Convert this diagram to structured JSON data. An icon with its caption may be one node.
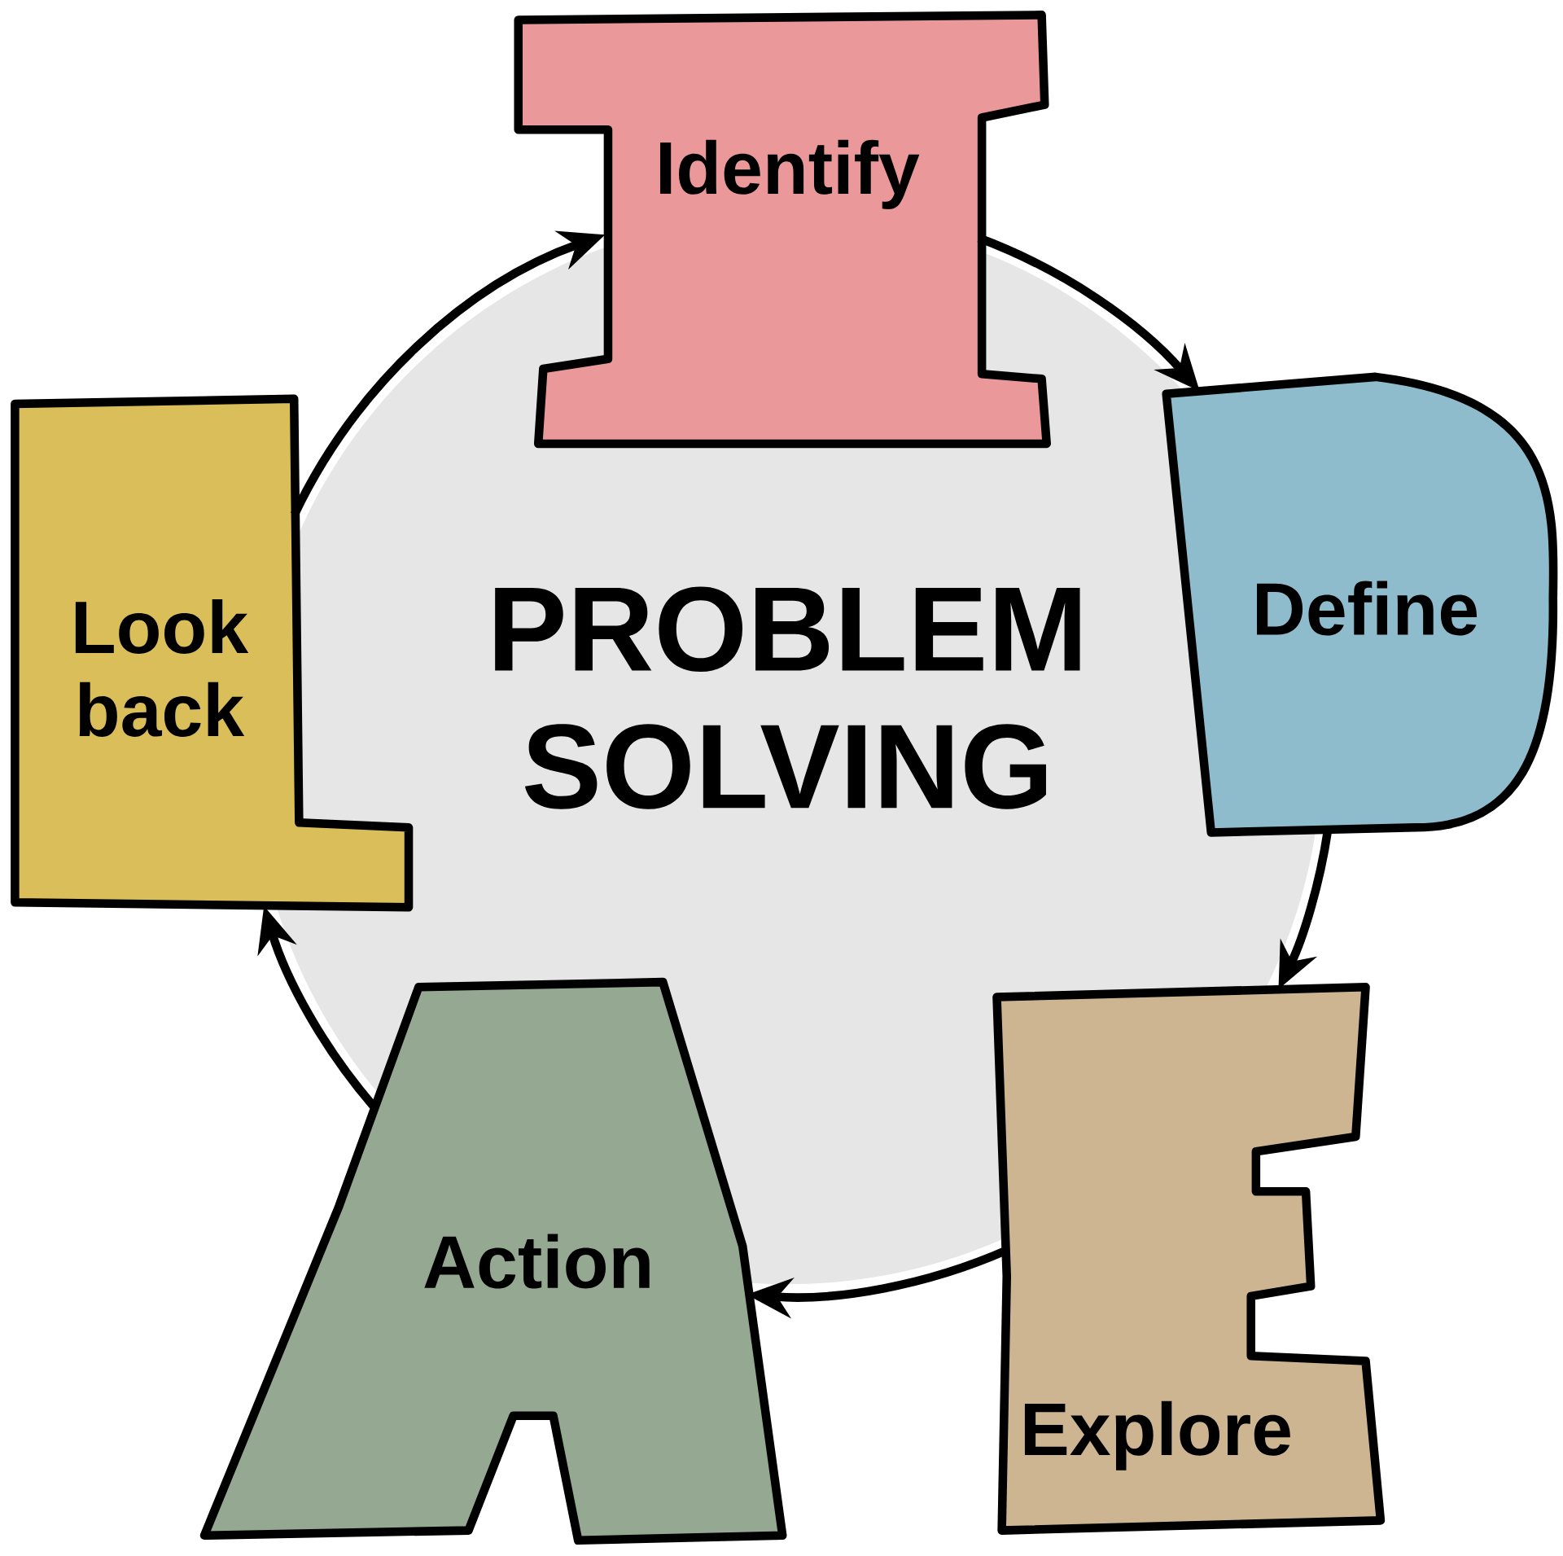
{
  "diagram": {
    "nodes": [
      {
        "text": [
          "PROBLEM SOLVING"
        ]
      },
      {
        "text": [
          "Identify"
        ]
      },
      {
        "text": [
          "Define"
        ]
      },
      {
        "text": [
          "Explore"
        ]
      },
      {
        "text": [
          "Action"
        ]
      },
      {
        "text": [
          "Look back"
        ]
      }
    ],
    "edges": [
      {
        "from": 1,
        "to": 2,
        "arrow": "to"
      },
      {
        "from": 2,
        "to": 3,
        "arrow": "to"
      },
      {
        "from": 3,
        "to": 4,
        "arrow": "to"
      },
      {
        "from": 4,
        "to": 5,
        "arrow": "to"
      },
      {
        "from": 5,
        "to": 1,
        "arrow": "to"
      }
    ]
  }
}
